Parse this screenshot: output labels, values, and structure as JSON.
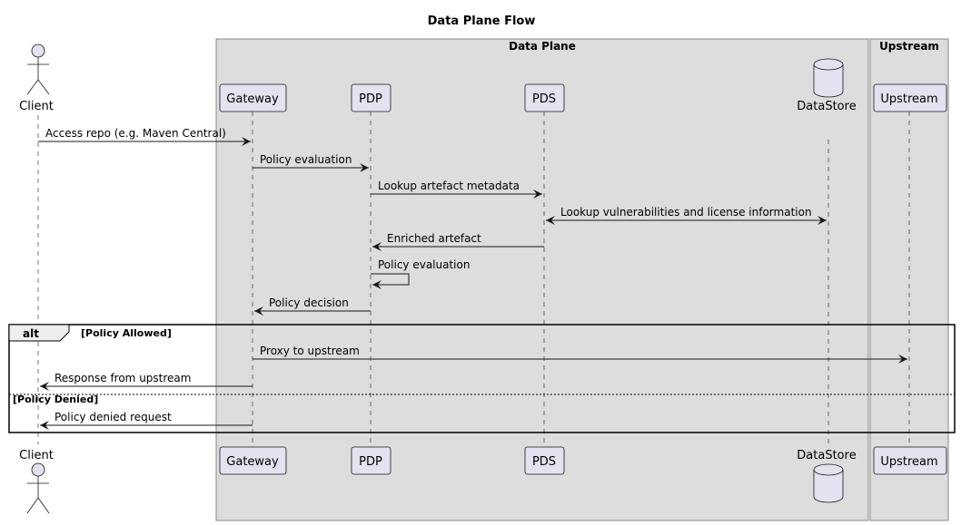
{
  "title": "Data Plane Flow",
  "colors": {
    "box_fill": "#DDDDDD",
    "box_stroke": "#888888",
    "participant_fill": "#E2E2F0",
    "participant_stroke": "#181818",
    "lifeline": "#181818",
    "arrow": "#181818"
  },
  "boxes": [
    {
      "id": "data-plane",
      "title": "Data Plane"
    },
    {
      "id": "upstream-box",
      "title": "Upstream"
    }
  ],
  "participants": [
    {
      "id": "client",
      "label": "Client",
      "shape": "actor-icon"
    },
    {
      "id": "gateway",
      "label": "Gateway",
      "shape": "participant"
    },
    {
      "id": "pdp",
      "label": "PDP",
      "shape": "participant"
    },
    {
      "id": "pds",
      "label": "PDS",
      "shape": "participant"
    },
    {
      "id": "datastore",
      "label": "DataStore",
      "shape": "database-icon"
    },
    {
      "id": "upstream",
      "label": "Upstream",
      "shape": "participant"
    }
  ],
  "messages": [
    {
      "from": "client",
      "to": "gateway",
      "label": "Access repo (e.g. Maven Central)"
    },
    {
      "from": "gateway",
      "to": "pdp",
      "label": "Policy evaluation"
    },
    {
      "from": "pdp",
      "to": "pds",
      "label": "Lookup artefact metadata"
    },
    {
      "from": "pds",
      "to": "datastore",
      "label": "Lookup vulnerabilities and license information",
      "bidirectional": true
    },
    {
      "from": "pds",
      "to": "pdp",
      "label": "Enriched artefact"
    },
    {
      "from": "pdp",
      "to": "pdp",
      "label": "Policy evaluation",
      "self": true
    },
    {
      "from": "pdp",
      "to": "gateway",
      "label": "Policy decision"
    },
    {
      "from": "gateway",
      "to": "upstream",
      "label": "Proxy to upstream"
    },
    {
      "from": "gateway",
      "to": "client",
      "label": "Response from upstream"
    },
    {
      "from": "gateway",
      "to": "client",
      "label": "Policy denied request"
    }
  ],
  "alt_frame": {
    "label": "alt",
    "conditions": [
      "[Policy Allowed]",
      "[Policy Denied]"
    ]
  }
}
